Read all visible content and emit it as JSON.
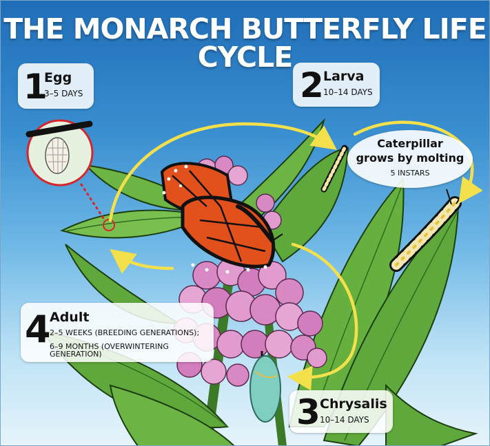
{
  "title": "THE MONARCH BUTTERFLY LIFE CYCLE",
  "stages": [
    {
      "number": "1",
      "name": "Egg",
      "duration": "3–5 DAYS"
    },
    {
      "number": "2",
      "name": "Larva",
      "duration": "10–14 DAYS"
    },
    {
      "number": "3",
      "name": "Chrysalis",
      "duration": "10–14 DAYS"
    },
    {
      "number": "4",
      "name": "Adult",
      "duration_line1": "2–5 WEEKS (BREEDING GENERATIONS);",
      "duration_line2": "6–9 MONTHS (OVERWINTERING GENERATION)"
    }
  ],
  "caterpillar_note": {
    "line1": "Caterpillar",
    "line2": "grows by molting",
    "line3": "5 INSTARS"
  },
  "colors": {
    "sky_top": "#1f6db7",
    "sky_bottom": "#e6f4fb",
    "leaf": "#5fa83c",
    "leaf_dark": "#2f6a1e",
    "flower": "#d889c4",
    "wing_orange": "#e2501c",
    "cycle_arrow": "#f4e04a",
    "egg_highlight": "#d6262b",
    "chrysalis": "#7fcfc0"
  },
  "icons": [
    "egg-magnifier-icon",
    "cycle-arrow-icon",
    "monarch-butterfly-icon",
    "caterpillar-icon",
    "chrysalis-icon",
    "milkweed-flower-icon"
  ]
}
